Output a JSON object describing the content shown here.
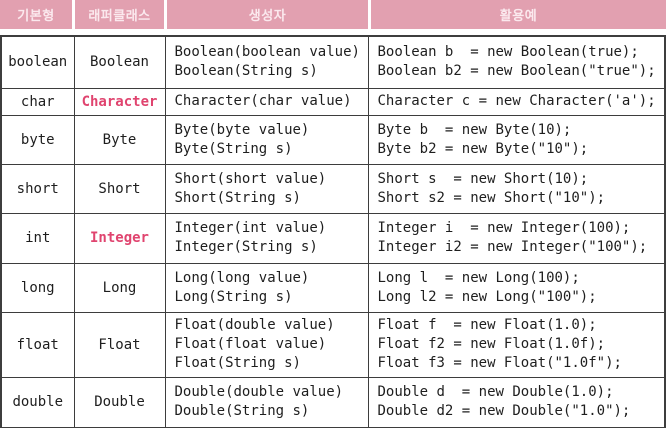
{
  "colors": {
    "header_bg": "#e2a0b0",
    "header_text": "#fbe9ee",
    "accent_text": "#e0446f",
    "body_text": "#1e1e1e",
    "border": "#3d3d3d"
  },
  "table": {
    "headers": [
      "기본형",
      "래퍼클래스",
      "생성자",
      "활용예"
    ],
    "rows": [
      {
        "primitive": "boolean",
        "wrapper": "Boolean",
        "ctor": [
          "Boolean(boolean value)",
          "Boolean(String s)"
        ],
        "ex": [
          "Boolean b  = new Boolean(true);",
          "Boolean b2 = new Boolean(\"true\");"
        ]
      },
      {
        "primitive": "char",
        "wrapper": "Character",
        "ctor": [
          "Character(char value)"
        ],
        "ex": [
          "Character c = new Character('a');"
        ]
      },
      {
        "primitive": "byte",
        "wrapper": "Byte",
        "ctor": [
          "Byte(byte value)",
          "Byte(String s)"
        ],
        "ex": [
          "Byte b  = new Byte(10);",
          "Byte b2 = new Byte(\"10\");"
        ]
      },
      {
        "primitive": "short",
        "wrapper": "Short",
        "ctor": [
          "Short(short value)",
          "Short(String s)"
        ],
        "ex": [
          "Short s  = new Short(10);",
          "Short s2 = new Short(\"10\");"
        ]
      },
      {
        "primitive": "int",
        "wrapper": "Integer",
        "ctor": [
          "Integer(int value)",
          "Integer(String s)"
        ],
        "ex": [
          "Integer i  = new Integer(100);",
          "Integer i2 = new Integer(\"100\");"
        ]
      },
      {
        "primitive": "long",
        "wrapper": "Long",
        "ctor": [
          "Long(long value)",
          "Long(String s)"
        ],
        "ex": [
          "Long l  = new Long(100);",
          "Long l2 = new Long(\"100\");"
        ]
      },
      {
        "primitive": "float",
        "wrapper": "Float",
        "ctor": [
          "Float(double value)",
          "Float(float value)",
          "Float(String s)"
        ],
        "ex": [
          "Float f  = new Float(1.0);",
          "Float f2 = new Float(1.0f);",
          "Float f3 = new Float(\"1.0f\");"
        ]
      },
      {
        "primitive": "double",
        "wrapper": "Double",
        "ctor": [
          "Double(double value)",
          "Double(String s)"
        ],
        "ex": [
          "Double d  = new Double(1.0);",
          "Double d2 = new Double(\"1.0\");"
        ]
      }
    ]
  }
}
